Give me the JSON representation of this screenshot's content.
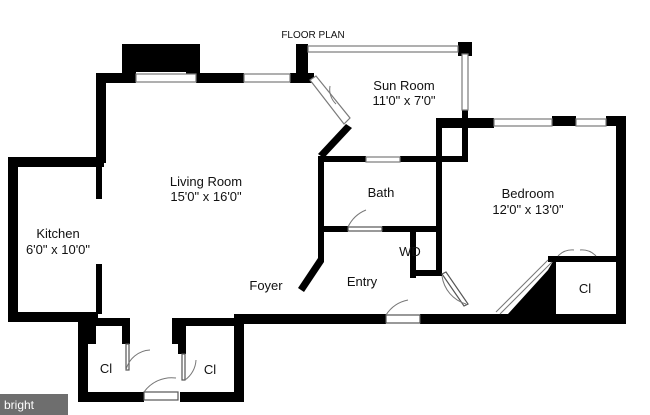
{
  "title": "FLOOR PLAN",
  "rooms": {
    "sun_room": {
      "name": "Sun Room",
      "dims": "11'0\" x 7'0\""
    },
    "living_room": {
      "name": "Living Room",
      "dims": "15'0\" x 16'0\""
    },
    "bedroom": {
      "name": "Bedroom",
      "dims": "12'0\" x 13'0\""
    },
    "kitchen": {
      "name": "Kitchen",
      "dims": "6'0\" x 10'0\""
    },
    "bath": {
      "name": "Bath"
    },
    "wd": {
      "name": "WD"
    },
    "foyer": {
      "name": "Foyer"
    },
    "entry": {
      "name": "Entry"
    },
    "closet_bedroom": {
      "name": "Cl"
    },
    "closet_left": {
      "name": "Cl"
    },
    "closet_right": {
      "name": "Cl"
    }
  },
  "watermark": "bright"
}
